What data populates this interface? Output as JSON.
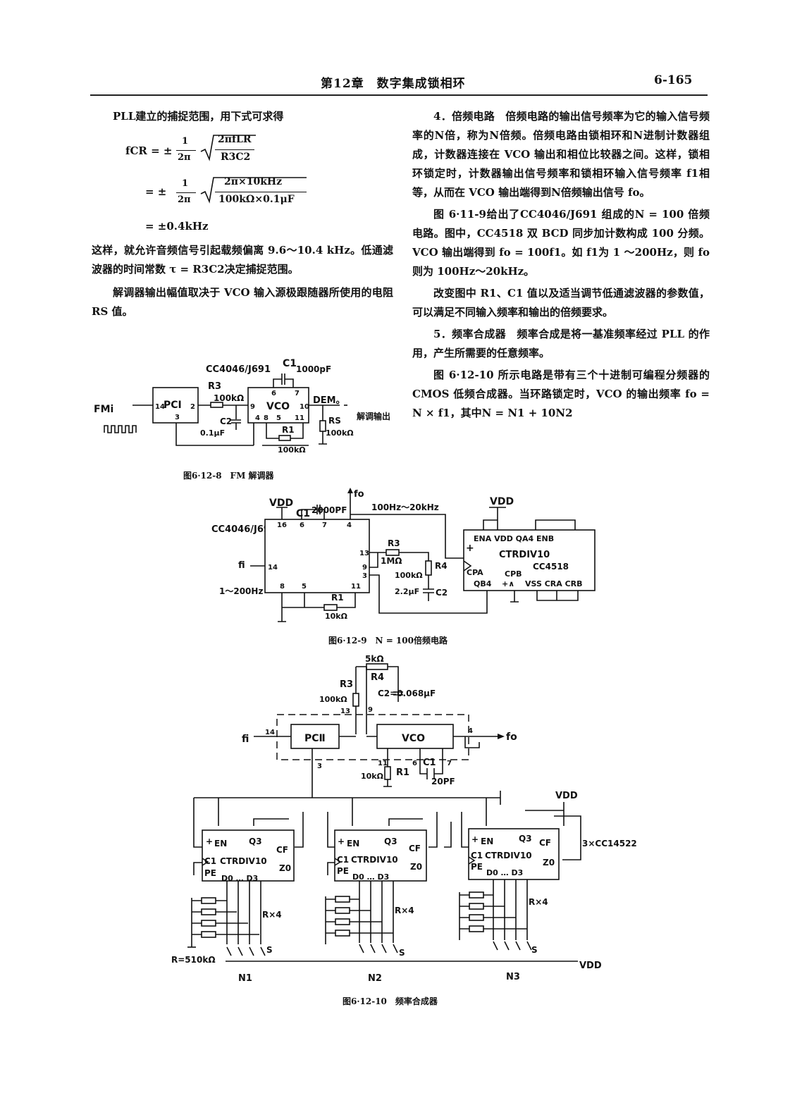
{
  "header": {
    "title": "第12章　数字集成锁相环",
    "page": "6-165"
  },
  "left": {
    "intro": "PLL建立的捕捉范围，用下式可求得",
    "eq1_lhs": "fCR = ±",
    "eq1_frac_num": "1",
    "eq1_frac_den": "2π",
    "eq1_root_num": "2πfLR",
    "eq1_root_den": "R3C2",
    "eq2_prefix": "= ±",
    "eq2_root_num": "2π×10kHz",
    "eq2_root_den": "100kΩ×0.1μF",
    "eq3": "= ±0.4kHz",
    "p1": "这样，就允许音频信号引起载频偏离 9.6～10.4 kHz。低通滤波器的时间常数 τ = R3C2决定捕捉范围。",
    "p2": "解调器输出幅值取决于 VCO 输入源极跟随器所使用的电阻 RS 值。"
  },
  "right": {
    "p1": "4．倍频电路　倍频电路的输出信号频率为它的输入信号频率的N倍，称为N倍频。倍频电路由锁相环和N进制计数器组成，计数器连接在 VCO 输出和相位比较器之间。这样，锁相环锁定时，计数器输出信号频率和锁相环输入信号频率 f1相等，从而在 VCO 输出端得到N倍频输出信号 fo。",
    "p2": "图 6·11-9给出了CC4046/J691 组成的N = 100 倍频电路。图中，CC4518 双 BCD 同步加计数构成 100 分频。VCO 输出端得到 fo = 100f1。如 f1为 1 ～200Hz，则 fo则为 100Hz～20kHz。",
    "p3": "改变图中 R1、C1 值以及适当调节低通滤波器的参数值，可以满足不同输入频率和输出的倍频要求。",
    "p4": "5．频率合成器　频率合成是将一基准频率经过 PLL 的作用，产生所需要的任意频率。",
    "p5": "图 6·12-10 所示电路是带有三个十进制可编程分频器的 CMOS 低频合成器。当环路锁定时，VCO 的输出频率 fo = N × f1，其中N = N1 + 10N2"
  },
  "fig8": {
    "chip": "CC4046/J691",
    "c1": "C1",
    "c1v": "1000pF",
    "r3": "R3",
    "r3v": "100kΩ",
    "pci": "PCI",
    "vco": "VCO",
    "dem": "DEM。",
    "out": "解调输出",
    "fm": "FMi",
    "c2": "C2",
    "c2v": "0.1μF",
    "rs": "RS",
    "rsv": "100kΩ",
    "r1": "R1",
    "r1v": "100kΩ",
    "pins": [
      "14",
      "2",
      "3",
      "9",
      "10",
      "6",
      "7",
      "4",
      "8",
      "5",
      "11"
    ],
    "caption": "图6·12-8　FM 解调器"
  },
  "fig9": {
    "vdd": "VDD",
    "c1": "C1",
    "c1v": "2000PF",
    "fo": "fo",
    "range": "100Hz～20kHz",
    "chip": "CC4046/J691",
    "fi": "fi",
    "inrange": "1～200Hz",
    "r3": "R3",
    "r3v": "1MΩ",
    "r4": "R4",
    "r4v": "100kΩ",
    "c2v": "2.2μF",
    "c2": "C2",
    "r1": "R1",
    "r1v": "10kΩ",
    "ctr_top": "ENA VDD  QA4   ENB",
    "ctr": "CTRDIV10",
    "ctr_chip": "CC4518",
    "ctr_cpa": "CPA",
    "ctr_qb4": "QB4",
    "ctr_cpb": "CPB",
    "ctr_bot": "VSS CRA CRB",
    "pins": [
      "16",
      "6",
      "7",
      "4",
      "13",
      "14",
      "9",
      "3",
      "8",
      "5",
      "11"
    ],
    "caption": "图6·12-9　N = 100倍频电路"
  },
  "fig10": {
    "r4v": "5kΩ",
    "r4": "R4",
    "r3": "R3",
    "r3v": "100kΩ",
    "c2v": "C2=0.068μF",
    "pc": "PCⅡ",
    "vco": "VCO",
    "fi": "fi",
    "fo": "fo",
    "r1v": "10kΩ",
    "r1": "R1",
    "c1": "C1",
    "c1v": "20PF",
    "vdd": "VDD",
    "chips": "3×CC14522",
    "en": "EN",
    "q3": "Q3",
    "cf": "CF",
    "c1l": "C1",
    "ctr": "CTRDIV10",
    "pe": "PE",
    "d": "D0 … D3",
    "z0": "Z0",
    "rx4": "R×4",
    "s": "S",
    "rv": "R=510kΩ",
    "n": [
      "N1",
      "N2",
      "N3"
    ],
    "pins": [
      "13",
      "9",
      "14",
      "4",
      "3",
      "11",
      "6",
      "7"
    ],
    "caption": "图6·12-10　频率合成器"
  }
}
